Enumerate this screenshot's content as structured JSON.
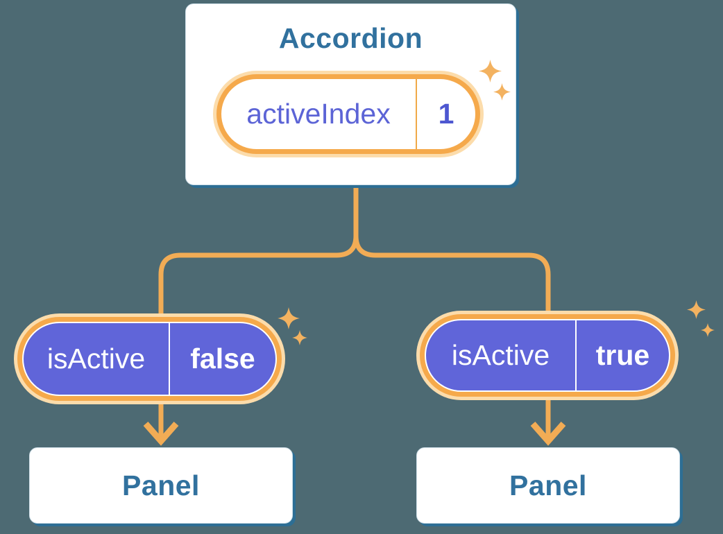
{
  "canvas": {
    "background": "#4d6a73"
  },
  "colors": {
    "background": "#4d6a73",
    "card_fill": "#ffffff",
    "card_shadow_blue": "#2d6e94",
    "card_text_blue": "#31719e",
    "connector_orange": "#f2ac55",
    "pill_ring_orange": "#f5a94b",
    "pill_halo_peach": "#fcdcab",
    "pill_purple": "#6065d9",
    "state_label_indigo": "#5c64d6",
    "state_value_indigo": "#4d57d0",
    "sparkle_orange": "#f3b260"
  },
  "accordion": {
    "title": "Accordion",
    "state_pill": {
      "label": "activeIndex",
      "value": "1"
    }
  },
  "children": [
    {
      "pill": {
        "label": "isActive",
        "value": "false"
      },
      "panel_label": "Panel"
    },
    {
      "pill": {
        "label": "isActive",
        "value": "true"
      },
      "panel_label": "Panel"
    }
  ],
  "icons": {
    "sparkle": "sparkle-icon",
    "arrow": "arrow-down-icon"
  }
}
